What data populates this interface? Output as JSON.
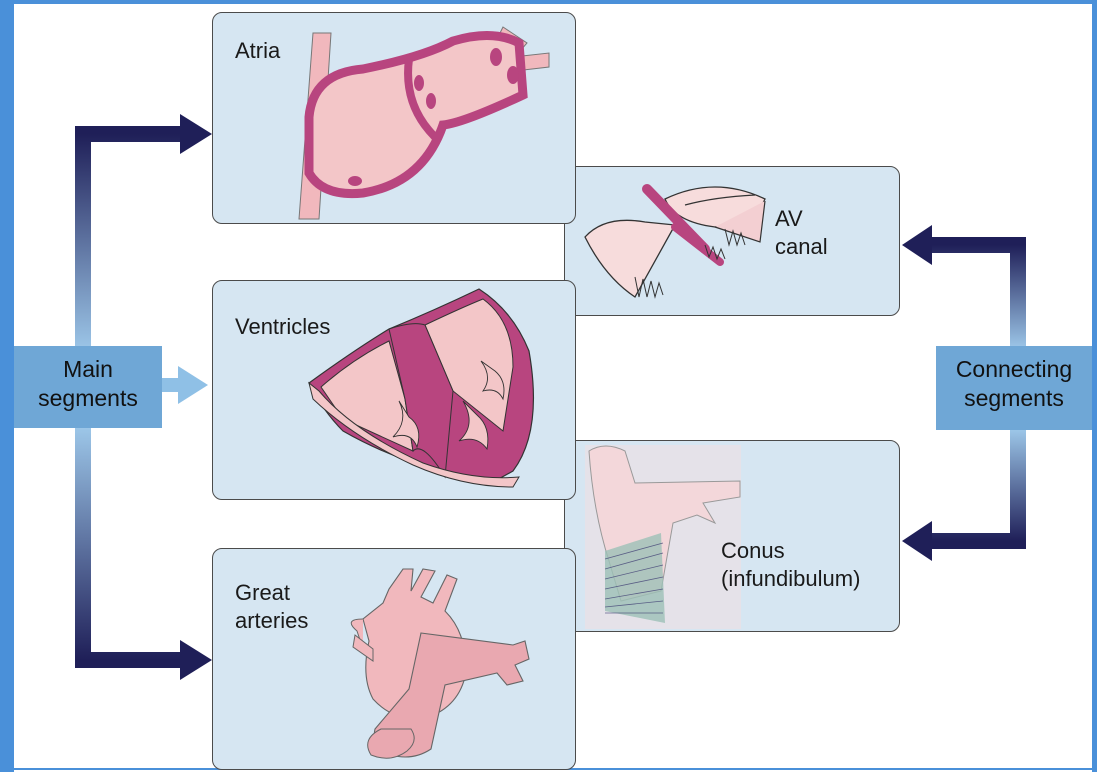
{
  "side_labels": {
    "main": [
      "Main",
      "segments"
    ],
    "connecting": [
      "Connecting",
      "segments"
    ]
  },
  "panels": {
    "atria": {
      "label": "Atria"
    },
    "av_canal": {
      "label": [
        "AV",
        "canal"
      ]
    },
    "ventricles": {
      "label": "Ventricles"
    },
    "conus": {
      "label": [
        "Conus",
        "(infundibulum)"
      ]
    },
    "great_arteries": {
      "label": [
        "Great",
        "arteries"
      ]
    }
  },
  "colors": {
    "frame": "#4a90d9",
    "panel_bg": "#d6e6f2",
    "arrow_dark": "#20205a",
    "arrow_light": "#7fb6e0",
    "tissue_pink": "#f3c6c8",
    "tissue_magenta": "#b8457f"
  }
}
